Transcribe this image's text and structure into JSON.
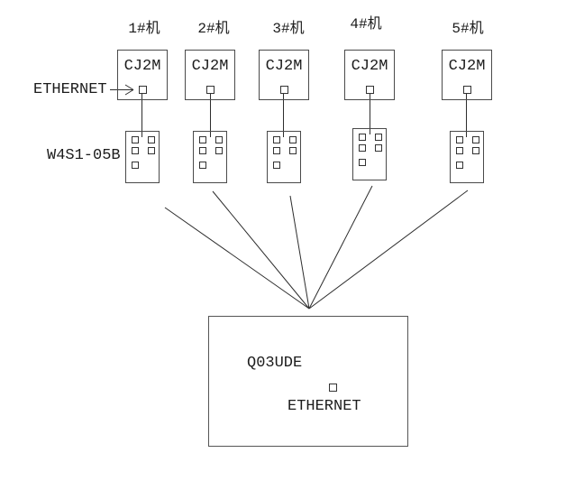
{
  "diagram": {
    "ethernet_label": "ETHERNET",
    "switch_model_label": "W4S1-05B",
    "stations": [
      {
        "machine_label": "1#机",
        "cpu_label": "CJ2M"
      },
      {
        "machine_label": "2#机",
        "cpu_label": "CJ2M"
      },
      {
        "machine_label": "3#机",
        "cpu_label": "CJ2M"
      },
      {
        "machine_label": "4#机",
        "cpu_label": "CJ2M"
      },
      {
        "machine_label": "5#机",
        "cpu_label": "CJ2M"
      }
    ],
    "plc": {
      "model_label": "Q03UDE",
      "port_label": "ETHERNET"
    },
    "line_color": "#2d2d2d"
  }
}
